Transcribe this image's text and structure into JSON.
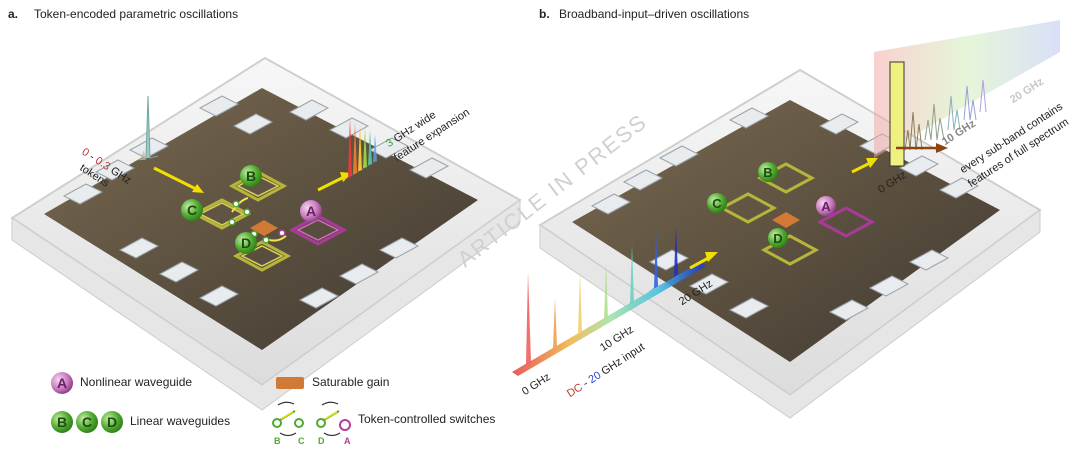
{
  "panel_a": {
    "letter": "a.",
    "title": "Token-encoded parametric oscillations",
    "input_range": {
      "lo": "0",
      "sep": " - ",
      "hi": "0.3",
      "unit": " GHz"
    },
    "input_caption": "tokens",
    "output_value": "3",
    "output_line1_rest": " GHz wide",
    "output_line2": "feature expansion",
    "nodes": [
      "A",
      "B",
      "C",
      "D"
    ]
  },
  "panel_b": {
    "letter": "b.",
    "title": "Broadband-input–driven oscillations",
    "input_ticks": [
      "0 GHz",
      "10 GHz",
      "20 GHz"
    ],
    "input_range": {
      "lo": "DC",
      "sep": " - ",
      "hi": "20",
      "unit": " GHz input"
    },
    "output_ticks": [
      "0 GHz",
      "10 GHz",
      "20 GHz"
    ],
    "output_line1": "every sub-band contains",
    "output_line2": "features of full spectrum",
    "nodes": [
      "A",
      "B",
      "C",
      "D"
    ]
  },
  "watermark": "ARTICLE IN PRESS",
  "legend": {
    "nonlinear_letter": "A",
    "nonlinear_label": "Nonlinear waveguide",
    "linear_letters": [
      "B",
      "C",
      "D"
    ],
    "linear_label": "Linear waveguides",
    "gain_label": "Saturable gain",
    "switch_label": "Token-controlled switches",
    "switch_pair1": [
      "B",
      "C"
    ],
    "switch_pair2": [
      "D",
      "A"
    ]
  },
  "colors": {
    "nonlinear": "#b0409f",
    "linear": "#4faa2f",
    "gain": "#d07a36",
    "red_text": "#c0392b",
    "green_text": "#3aa32f",
    "blue_text": "#2b3fd0",
    "arrow_yellow": "#f0e000",
    "arrow_brown": "#8b4513"
  }
}
